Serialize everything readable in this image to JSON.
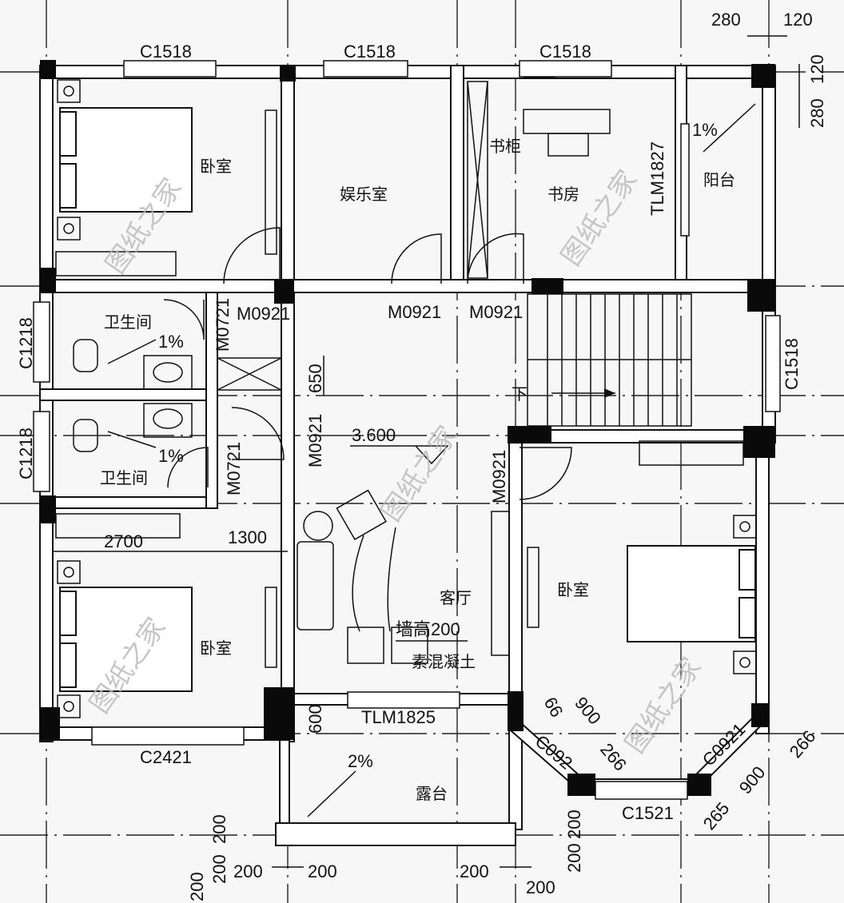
{
  "rooms": {
    "bedroom_nw": "卧室",
    "entertainment": "娱乐室",
    "study": "书房",
    "bookcase": "书柜",
    "balcony": "阳台",
    "bathroom_1": "卫生间",
    "bathroom_2": "卫生间",
    "living": "客厅",
    "bedroom_sw": "卧室",
    "bedroom_se": "卧室",
    "terrace": "露台",
    "stairs_down": "下"
  },
  "windows": {
    "w_top1": "C1518",
    "w_top2": "C1518",
    "w_top3": "C1518",
    "w_right": "C1518",
    "w_left1": "C1218",
    "w_left2": "C1218",
    "w_bottom": "C2421",
    "w_bay_front": "C1521",
    "w_bay_left": "C092",
    "w_bay_right": "C0921"
  },
  "doors": {
    "d1": "M0921",
    "d2": "M0921",
    "d3": "M0921",
    "d_bath1": "M0721",
    "d_bath2": "M0721",
    "d_living_left": "M0921",
    "d_living_right": "M0921",
    "d_balcony": "TLM1827",
    "d_terrace": "TLM1825"
  },
  "annotations": {
    "slope_bath1": "1%",
    "slope_bath2": "1%",
    "slope_balcony": "1%",
    "slope_terrace": "2%",
    "elevation": "3.600",
    "wall_height": "墙高200",
    "material": "素混凝土"
  },
  "dimensions": {
    "top_280": "280",
    "top_120": "120",
    "right_120": "120",
    "right_280": "280",
    "d650": "650",
    "d2700": "2700",
    "d1300": "1300",
    "d600": "600",
    "bay_66": "66",
    "bay_900a": "900",
    "bay_266a": "266",
    "bay_266b": "266",
    "bay_900b": "900",
    "bay_265": "265",
    "l_200a": "200",
    "l_200b": "200",
    "l_200c": "200",
    "b_200a": "200",
    "b_200b": "200",
    "b_200c": "200",
    "b_200d": "200",
    "r_200a": "200",
    "r_200b": "200"
  },
  "watermark": "图纸之家"
}
